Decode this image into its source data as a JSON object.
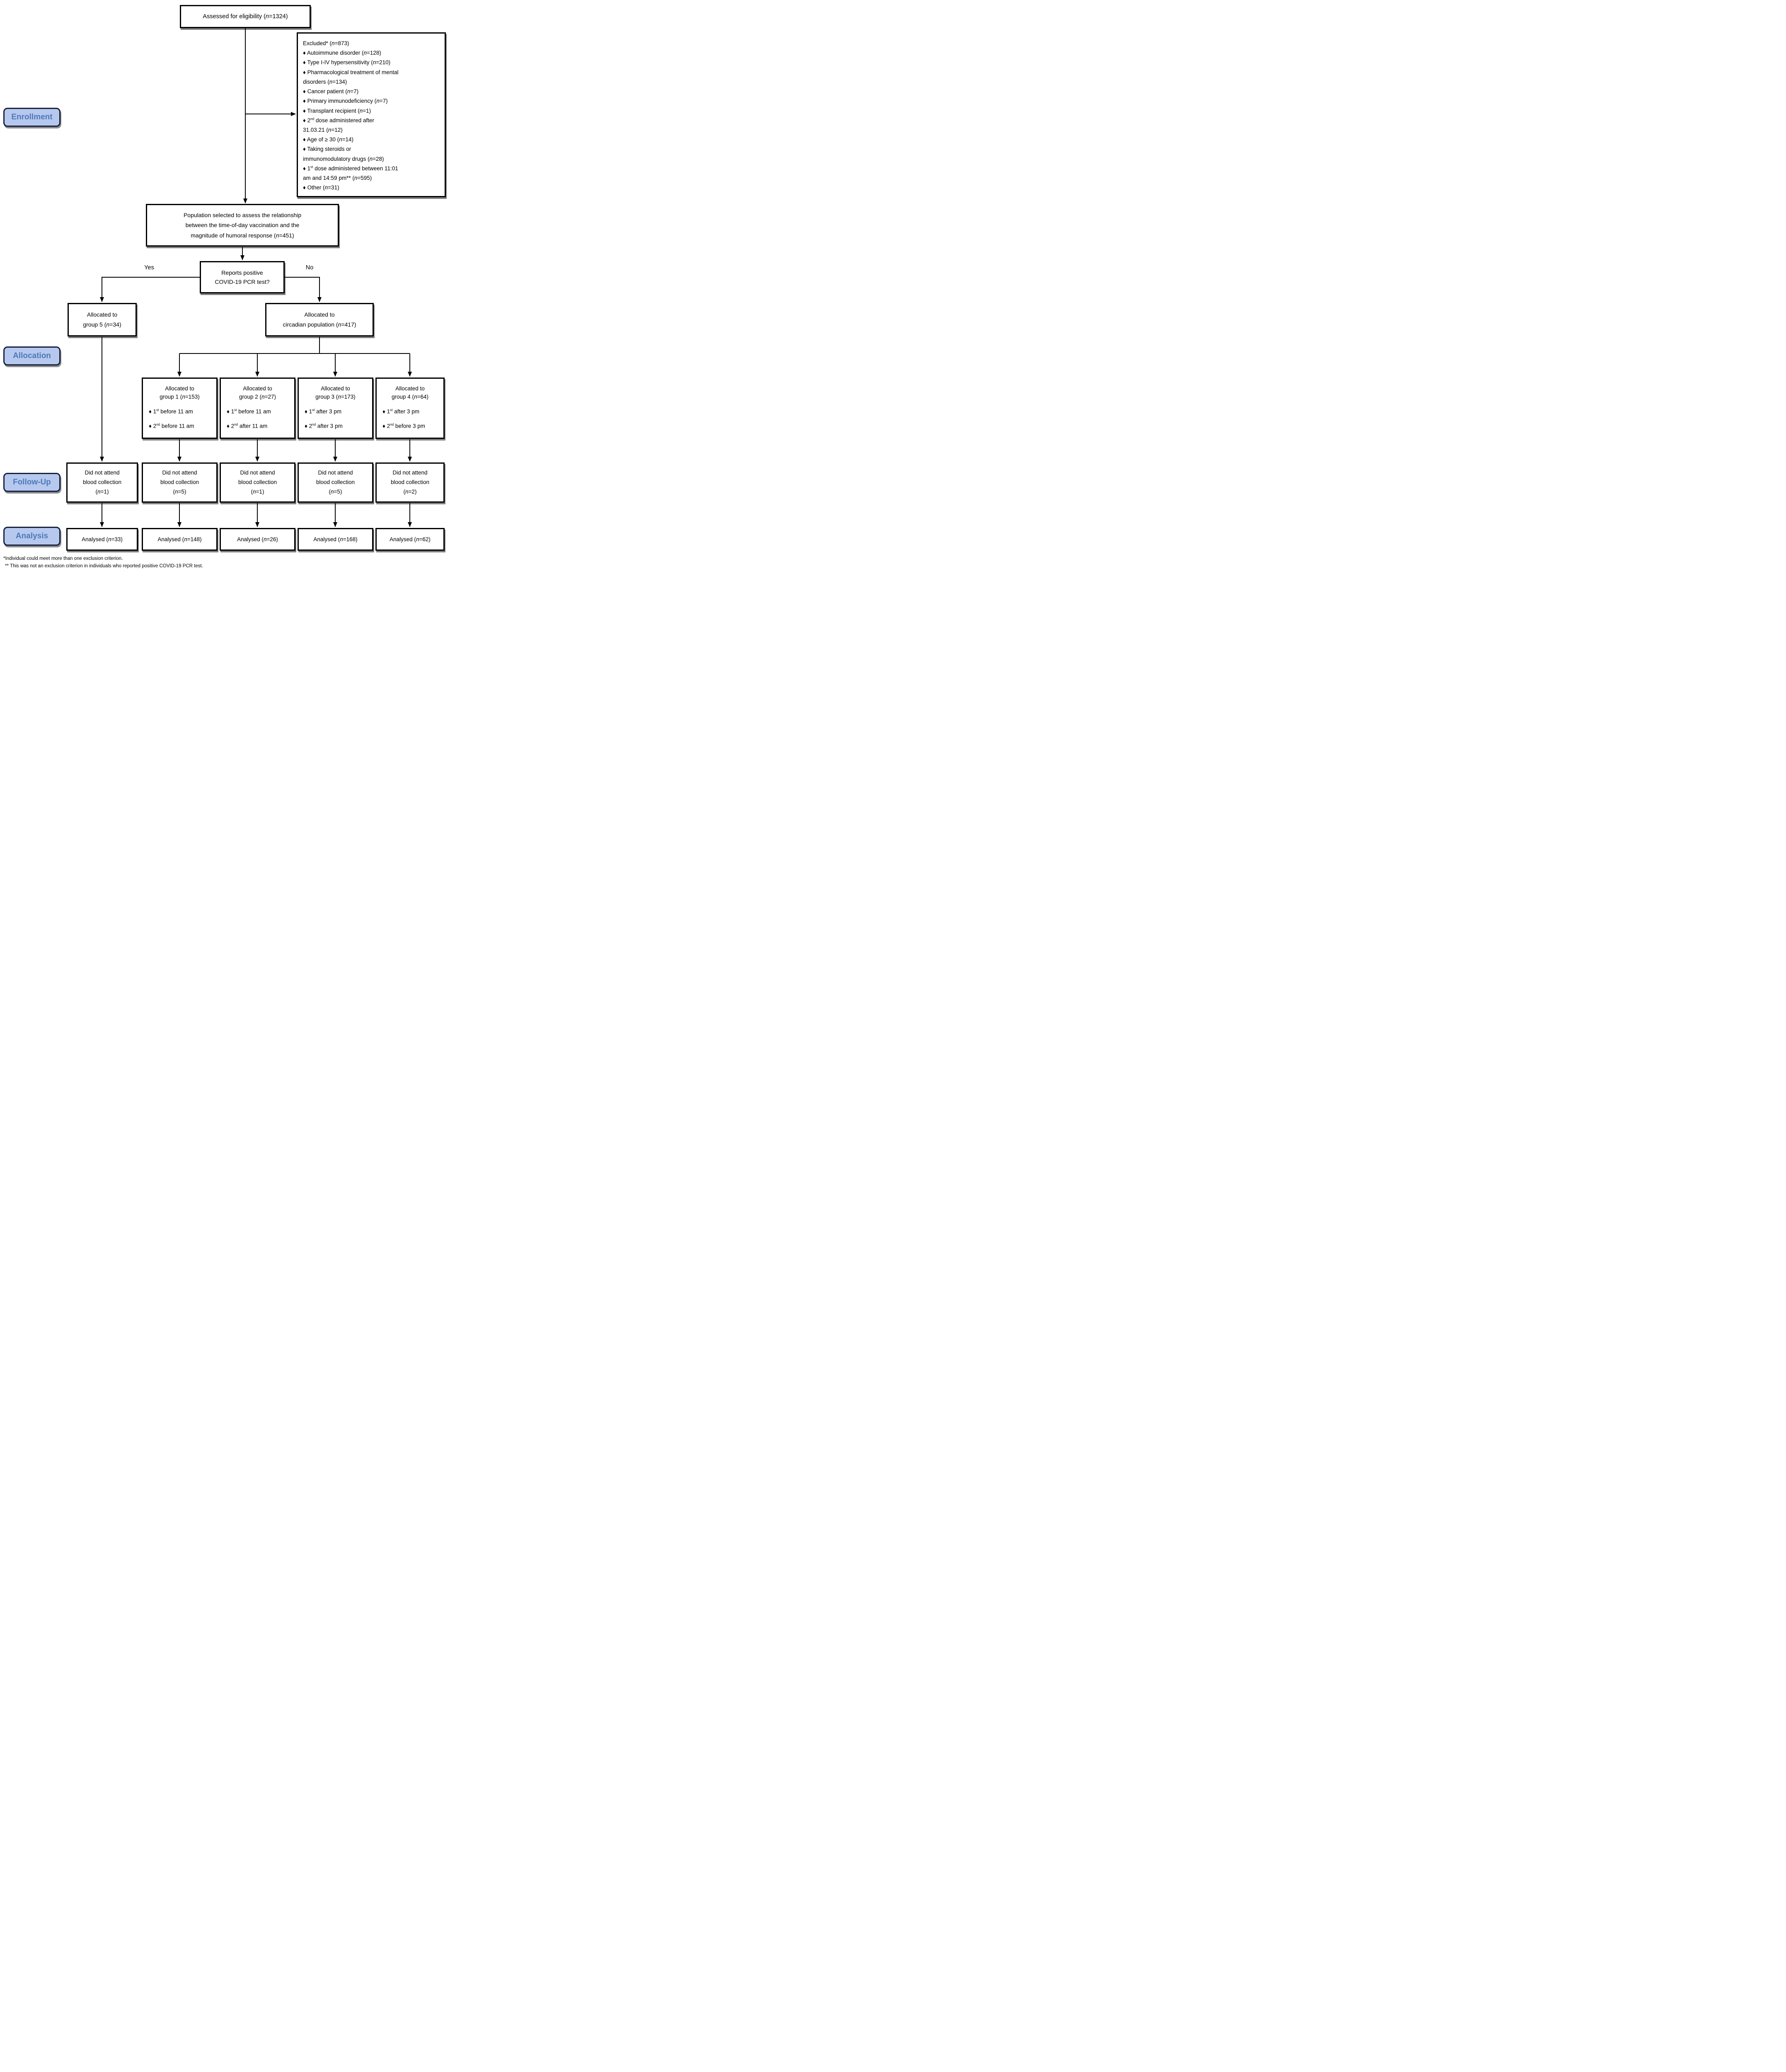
{
  "colors": {
    "stage_fill": "#b6c8ee",
    "stage_text": "#4e79b7",
    "stage_border": "#16203e",
    "box_border": "#000000",
    "line": "#000000"
  },
  "stages": {
    "enrollment": "Enrollment",
    "allocation": "Allocation",
    "followup": "Follow-Up",
    "analysis": "Analysis"
  },
  "boxes": {
    "assessed": "Assessed for eligibility (n=1324)",
    "excluded": {
      "title": "Excluded*  (n=873)",
      "items": [
        "♦ Autoimmune disorder (n=128)",
        "♦ Type I-IV hypersensitivity (n=210)",
        "♦ Pharmacological treatment of mental\ndisorders (n=134)",
        "♦ Cancer patient (n=7)",
        "♦ Primary immunodeficiency (n=7)",
        "♦ Transplant recipient (n=1)",
        "♦ 2nd dose administered after\n31.03.21 (n=12)",
        "♦ Age of ≥ 30 (n=14)",
        "♦ Taking steroids or\nimmunomodulatory drugs (n=28)",
        "♦ 1st dose administered between 11:01\nam and 14:59 pm** (n=595)",
        "♦ Other (n=31)"
      ]
    },
    "population": "Population selected to assess the relationship\nbetween the time-of-day vaccination and the\nmagnitude of humoral response (n=451)",
    "decision": {
      "text": "Reports positive\nCOVID-19 PCR test?",
      "yes_label": "Yes",
      "no_label": "No"
    },
    "group5": "Allocated to\ngroup 5 (n=34)",
    "circadian": "Allocated to\ncircadian population (n=417)",
    "groups": [
      {
        "title": "Allocated to\ngroup 1 (n=153)",
        "bullets": [
          "♦ 1st before 11 am",
          "♦ 2nd before 11 am"
        ]
      },
      {
        "title": "Allocated to\ngroup 2 (n=27)",
        "bullets": [
          "♦ 1st before 11 am",
          "♦ 2nd after 11 am"
        ]
      },
      {
        "title": "Allocated to\ngroup 3 (n=173)",
        "bullets": [
          "♦ 1st after 3 pm",
          "♦ 2nd after 3 pm"
        ]
      },
      {
        "title": "Allocated to\ngroup 4 (n=64)",
        "bullets": [
          "♦ 1st after 3 pm",
          "♦ 2nd before 3 pm"
        ]
      }
    ],
    "followup": [
      "Did not attend\nblood collection\n(n=1)",
      "Did not attend\nblood collection\n(n=5)",
      "Did not attend\nblood collection\n(n=1)",
      "Did not attend\nblood collection\n(n=5)",
      "Did not attend\nblood collection\n(n=2)"
    ],
    "analysed": [
      "Analysed (n=33)",
      "Analysed (n=148)",
      "Analysed (n=26)",
      "Analysed (n=168)",
      "Analysed (n=62)"
    ]
  },
  "footnotes": [
    "*Individual could meet more than one exclusion criterion.",
    "** This was not an exclusion criterion in individuals who reported positive COVID-19 PCR test."
  ]
}
